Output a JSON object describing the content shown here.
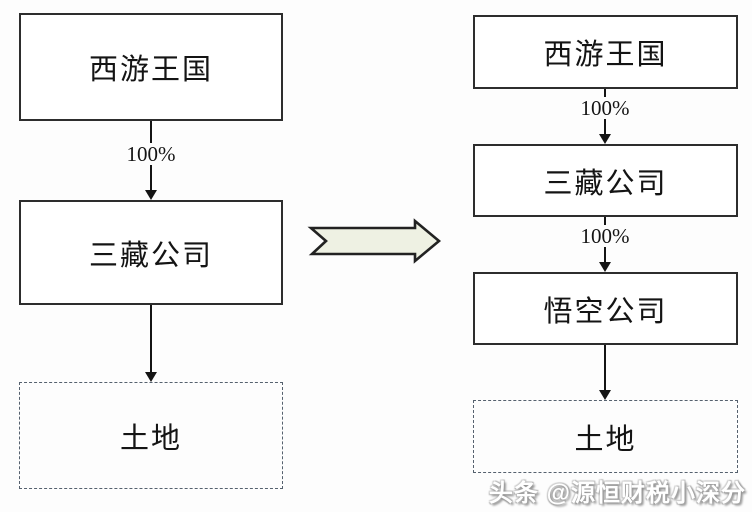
{
  "colors": {
    "background": "#fdfdfd",
    "node_border": "#2d2d2d",
    "node_fill": "#ffffff",
    "dashed_node_border": "#55616e",
    "edge_line": "#141414",
    "transform_arrow_fill": "#eef1e3",
    "transform_arrow_stroke": "#222222",
    "watermark_text": "#ffffff"
  },
  "diagram": {
    "before": {
      "nodes": [
        {
          "label": "西游王国",
          "style": "solid"
        },
        {
          "label": "三藏公司",
          "style": "solid"
        },
        {
          "label": "土地",
          "style": "dashed"
        }
      ],
      "edges": [
        {
          "from": "西游王国",
          "to": "三藏公司",
          "label": "100%"
        },
        {
          "from": "三藏公司",
          "to": "土地",
          "label": ""
        }
      ]
    },
    "after": {
      "nodes": [
        {
          "label": "西游王国",
          "style": "solid"
        },
        {
          "label": "三藏公司",
          "style": "solid"
        },
        {
          "label": "悟空公司",
          "style": "solid"
        },
        {
          "label": "土地",
          "style": "dashed"
        }
      ],
      "edges": [
        {
          "from": "西游王国",
          "to": "三藏公司",
          "label": "100%"
        },
        {
          "from": "三藏公司",
          "to": "悟空公司",
          "label": "100%"
        },
        {
          "from": "悟空公司",
          "to": "土地",
          "label": ""
        }
      ]
    },
    "transform_arrow_icon": "right-block-arrow"
  },
  "watermark": {
    "text": "头条 @源恒财税小深分"
  }
}
